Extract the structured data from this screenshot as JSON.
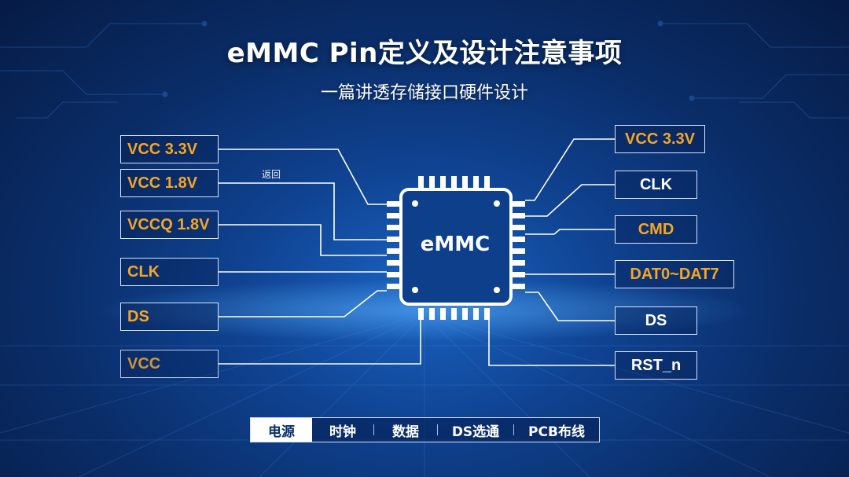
{
  "header": {
    "title": "eMMC Pin定义及设计注意事项",
    "subtitle": "一篇讲透存储接口硬件设计"
  },
  "chip": {
    "label": "eMMC"
  },
  "back_link": "返回",
  "left_pins": [
    {
      "label": "VCC 3.3V",
      "color": "orange"
    },
    {
      "label": "VCC 1.8V",
      "color": "orange"
    },
    {
      "label": "VCCQ 1.8V",
      "color": "orange"
    },
    {
      "label": "CLK",
      "color": "orange"
    },
    {
      "label": "DS",
      "color": "orange"
    },
    {
      "label": "VCC",
      "color": "orange"
    }
  ],
  "right_pins": [
    {
      "label": "VCC 3.3V",
      "color": "orange"
    },
    {
      "label": "CLK",
      "color": "white"
    },
    {
      "label": "CMD",
      "color": "orange"
    },
    {
      "label": "DAT0~DAT7",
      "color": "orange"
    },
    {
      "label": "DS",
      "color": "white"
    },
    {
      "label": "RST_n",
      "color": "white"
    }
  ],
  "nav": {
    "tabs": [
      {
        "label": "电源",
        "active": true
      },
      {
        "label": "时钟",
        "active": false
      },
      {
        "label": "数据",
        "active": false
      },
      {
        "label": "DS选通",
        "active": false
      },
      {
        "label": "PCB布线",
        "active": false
      }
    ]
  },
  "colors": {
    "accent_orange": "#f5a623",
    "background_blue": "#0f4290",
    "line_white": "#ffffff"
  }
}
